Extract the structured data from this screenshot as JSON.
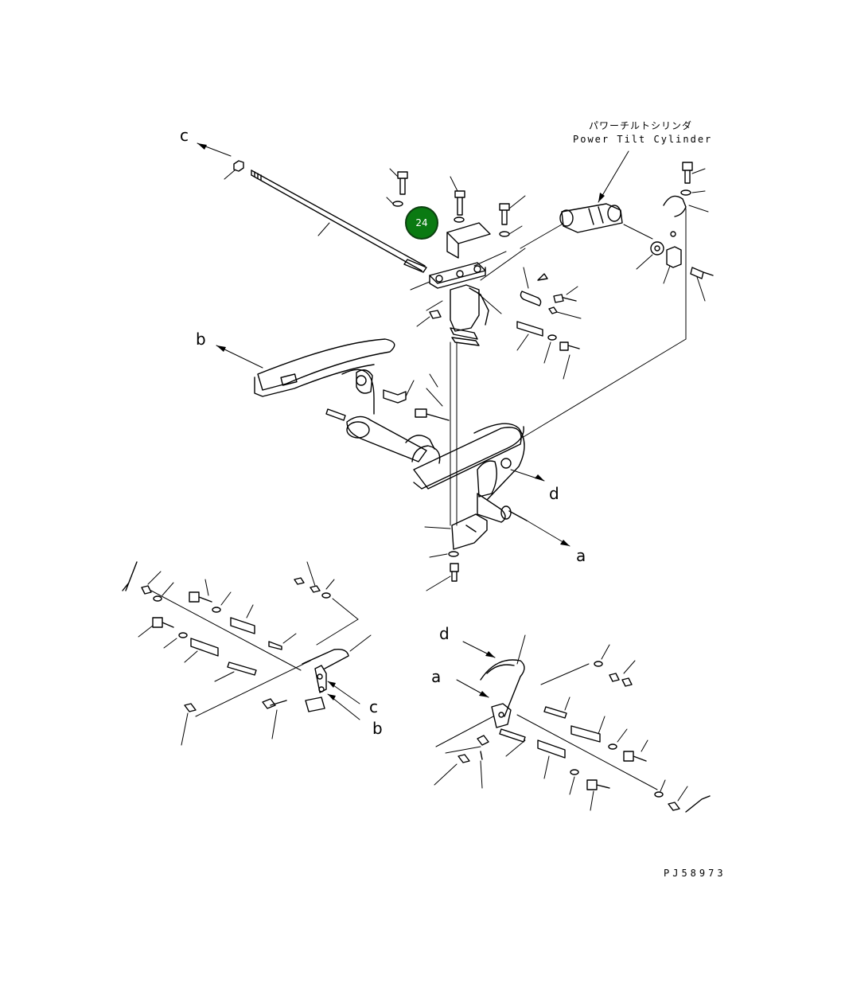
{
  "caption": {
    "japanese": "パワーチルトシリンダ",
    "english": "Power Tilt Cylinder"
  },
  "callout": {
    "number": "24"
  },
  "arrow_labels": {
    "c_top": "c",
    "b_left": "b",
    "d_mid": "d",
    "a_mid": "a",
    "c_lower": "c",
    "b_lower": "b",
    "d_lower": "d",
    "a_lower": "a"
  },
  "reference_code": "PJ58973",
  "colors": {
    "callout_fill": "#0a7a12",
    "line": "#000000"
  }
}
